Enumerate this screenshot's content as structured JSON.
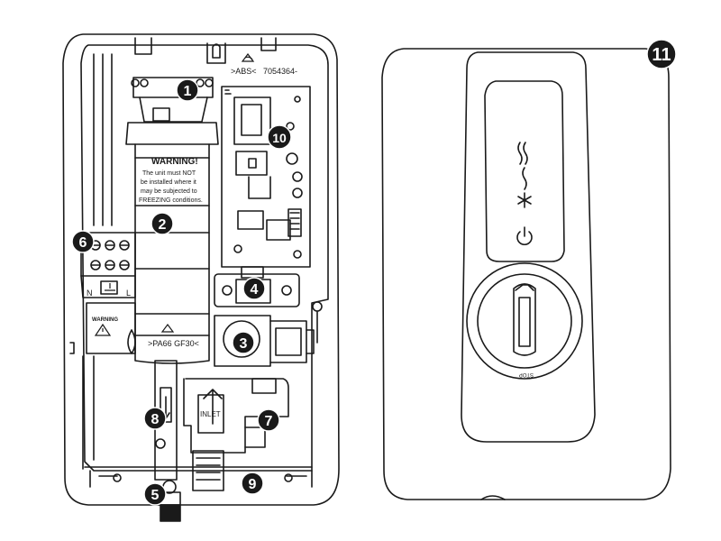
{
  "callouts": [
    {
      "id": "1",
      "label": "1"
    },
    {
      "id": "2",
      "label": "2"
    },
    {
      "id": "3",
      "label": "3"
    },
    {
      "id": "4",
      "label": "4"
    },
    {
      "id": "5",
      "label": "5"
    },
    {
      "id": "6",
      "label": "6"
    },
    {
      "id": "7",
      "label": "7"
    },
    {
      "id": "8",
      "label": "8"
    },
    {
      "id": "9",
      "label": "9"
    },
    {
      "id": "10",
      "label": "10"
    },
    {
      "id": "11",
      "label": "11"
    }
  ],
  "printed_text": {
    "abs_mark": ">ABS<",
    "part_number": "7054364-",
    "warning_title": "WARNING!",
    "warning_line1": "The unit must NOT",
    "warning_line2": "be installed where it",
    "warning_line3": "may be subjected to",
    "warning_line4": "FREEZING conditions.",
    "material_mark": ">PA66 GF30<",
    "inlet": "INLET",
    "neutral": "N",
    "live": "L",
    "terminal_warning": "WARNING",
    "control_stop": "STOP"
  },
  "icons": [
    "recycle-icon",
    "earth-icon",
    "high-heat-icon",
    "low-heat-icon",
    "cold-icon",
    "power-icon",
    "warning-triangle-icon"
  ],
  "colors": {
    "line": "#1a1a1a",
    "fill": "#ffffff",
    "callout": "#1a1a1a",
    "callout_text": "#ffffff",
    "shade": "#e6e6e6"
  }
}
